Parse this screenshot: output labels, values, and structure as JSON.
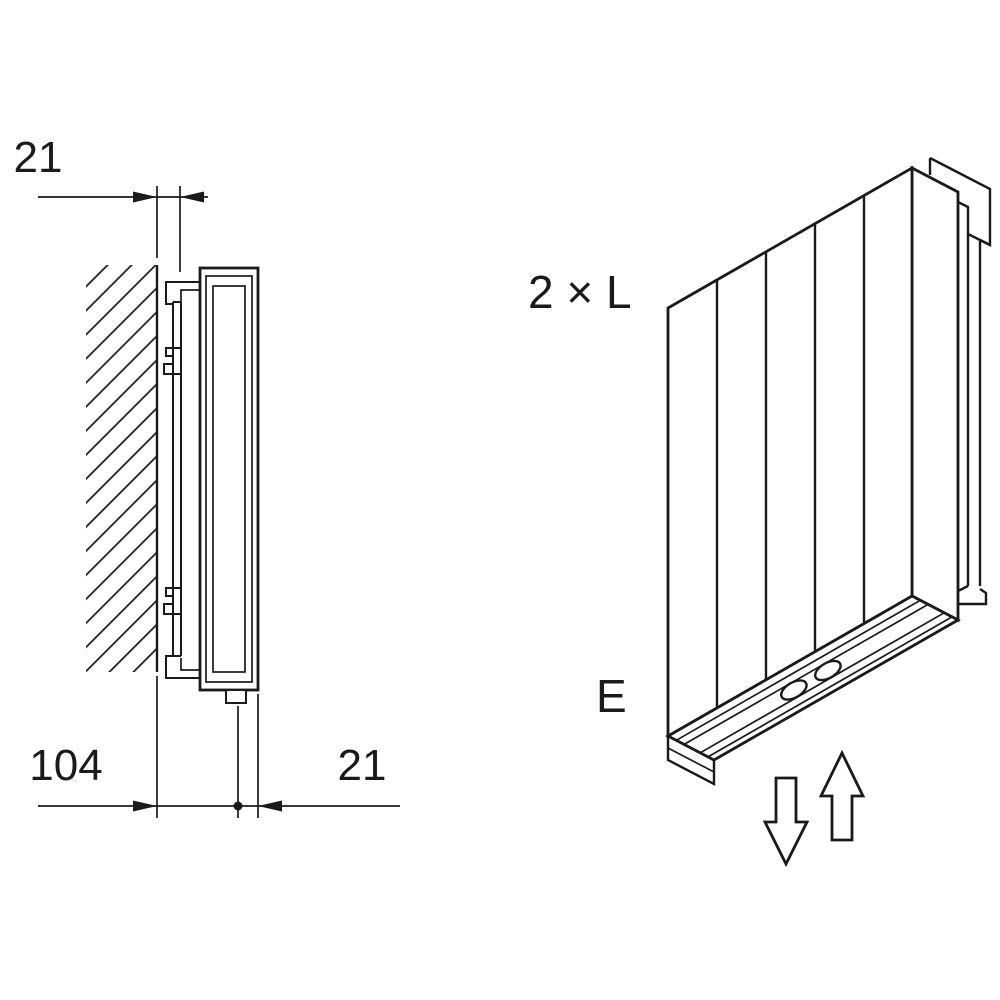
{
  "side_view": {
    "dim_wall_gap": "21",
    "dim_depth": "104",
    "dim_element": "21"
  },
  "iso_view": {
    "label_bracket_length": "2 × L",
    "label_drain": "E"
  },
  "colors": {
    "line": "#1a1a1a",
    "background": "#ffffff"
  }
}
